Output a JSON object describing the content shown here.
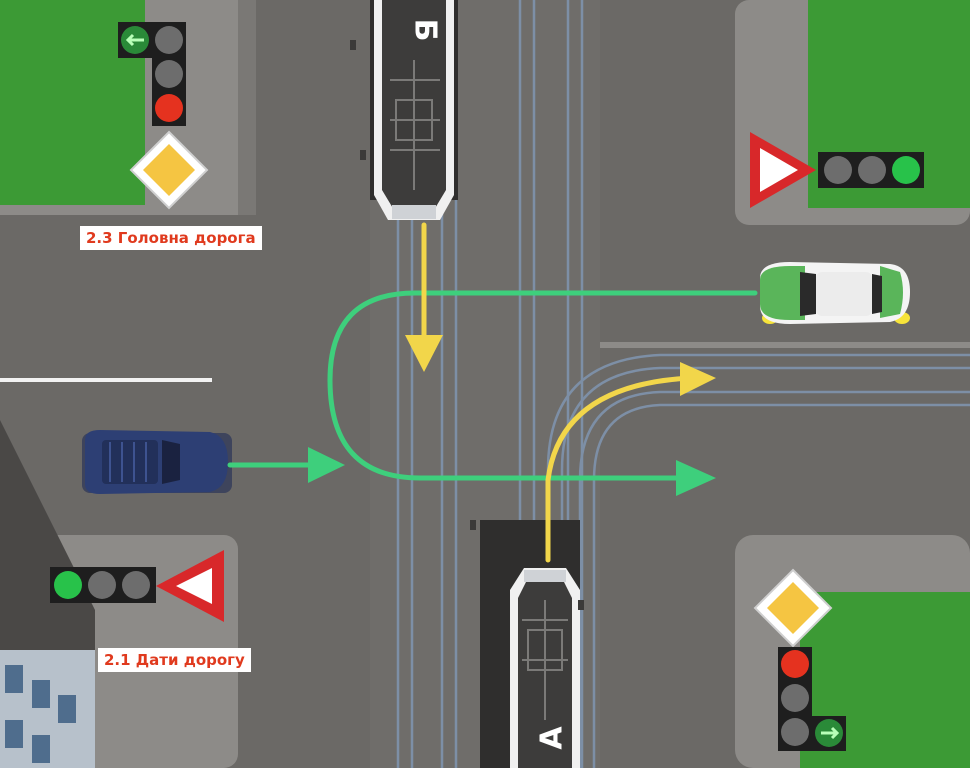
{
  "labels": {
    "main_road": "2.3 Головна дорога",
    "give_way": "2.1 Дати дорогу"
  },
  "trams": {
    "top_tram_letter": "Б",
    "bottom_tram_letter": "А"
  },
  "traffic_lights": {
    "top_left": {
      "red": "on",
      "yellow": "off",
      "green_arrow_left": "on"
    },
    "top_right": {
      "green": "on"
    },
    "bottom_left": {
      "green": "on"
    },
    "bottom_right": {
      "red": "on",
      "yellow": "off",
      "green_arrow_right": "on"
    }
  },
  "colors": {
    "grass": "#3c9a35",
    "asphalt": "#6b6966",
    "sidewalk": "#8d8b88",
    "tram_track": "#7d8fa6",
    "green_arrow": "#3ecf7c",
    "yellow_arrow": "#f2d64a",
    "label_text": "#e03a1e",
    "sign_red": "#d8282a",
    "sign_yellow": "#f5c542",
    "car_blue": "#2d3f74",
    "car_white": "#f4f4f4"
  }
}
